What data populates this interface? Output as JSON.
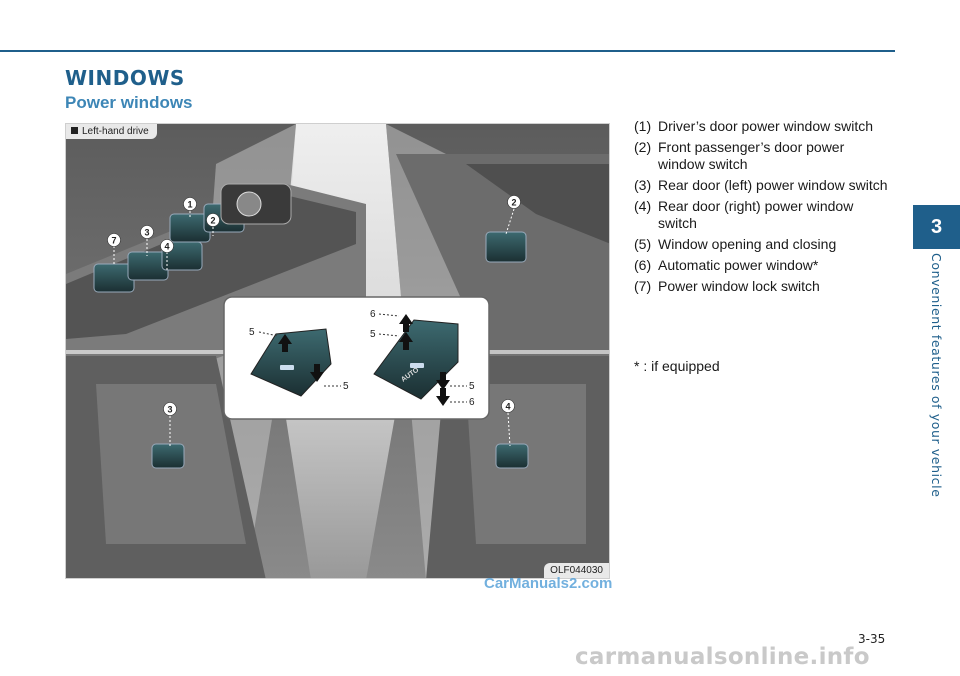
{
  "section": {
    "title": "WINDOWS",
    "subtitle": "Power windows"
  },
  "figure": {
    "tag": "Left-hand drive",
    "code": "OLF044030",
    "callouts": {
      "c1": "1",
      "c2": "2",
      "c3": "3",
      "c4": "4",
      "c7": "7",
      "r2": "2",
      "b3": "3",
      "b4": "4"
    },
    "inset": {
      "left_up": "5",
      "left_down": "5",
      "right_up_top": "6",
      "right_up": "5",
      "right_down": "5",
      "right_down_bottom": "6",
      "auto_label": "AUTO"
    }
  },
  "legend": [
    {
      "num": "(1)",
      "text": "Driver’s door power window switch"
    },
    {
      "num": "(2)",
      "text": "Front passenger’s door power window switch"
    },
    {
      "num": "(3)",
      "text": "Rear door (left) power window switch"
    },
    {
      "num": "(4)",
      "text": "Rear door (right) power window switch"
    },
    {
      "num": "(5)",
      "text": "Window opening and closing"
    },
    {
      "num": "(6)",
      "text": "Automatic power window*"
    },
    {
      "num": "(7)",
      "text": "Power window lock switch"
    }
  ],
  "footnote": "* : if equipped",
  "chapter": {
    "number": "3",
    "title": "Convenient features of your vehicle"
  },
  "page_number": "3-35",
  "watermarks": {
    "site1": "CarManuals2.com",
    "site2": "carmanualsonline.info"
  },
  "colors": {
    "brand_blue": "#1f5f8b",
    "subtitle_blue": "#3d86b6"
  }
}
